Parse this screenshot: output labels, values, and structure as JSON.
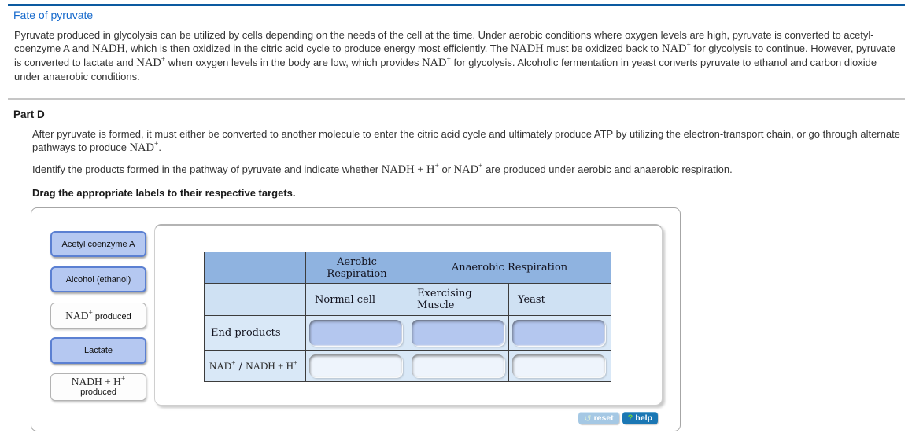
{
  "colors": {
    "top_rule": "#0c5aa0",
    "title": "#1569cc",
    "label_fill": "#b5c8f1",
    "label_border": "#5b80d2",
    "table_header": "#8fb3e0",
    "table_subheader": "#cfe1f3",
    "table_body": "#d9e8f7",
    "target_blue": "#b4c7ef",
    "target_white": "#eef4fc",
    "reset_button": "#a5c8e4",
    "help_button": "#1b77b4"
  },
  "header": {
    "title": "Fate of pyruvate"
  },
  "intro": {
    "segments": [
      {
        "t": "text",
        "v": "Pyruvate produced in glycolysis can be utilized by cells depending on the needs of the cell at the time. Under aerobic conditions where oxygen levels are high, pyruvate is converted to acetyl-coenzyme A and "
      },
      {
        "t": "math",
        "v": "NADH"
      },
      {
        "t": "text",
        "v": ", which is then oxidized in the citric acid cycle to produce energy most efficiently. The "
      },
      {
        "t": "math",
        "v": "NADH"
      },
      {
        "t": "text",
        "v": " must be oxidized back to "
      },
      {
        "t": "math",
        "v": "NAD",
        "sup": "+"
      },
      {
        "t": "text",
        "v": " for glycolysis to continue. However, pyruvate is converted to lactate and "
      },
      {
        "t": "math",
        "v": "NAD",
        "sup": "+"
      },
      {
        "t": "text",
        "v": " when oxygen levels in the body are low, which provides "
      },
      {
        "t": "math",
        "v": "NAD",
        "sup": "+"
      },
      {
        "t": "text",
        "v": " for glycolysis. Alcoholic fermentation in yeast converts pyruvate to ethanol and carbon dioxide under anaerobic conditions."
      }
    ]
  },
  "part_d": {
    "heading": "Part D",
    "para1": [
      {
        "t": "text",
        "v": "After pyruvate is formed, it must either be converted to another molecule to enter the citric acid cycle and ultimately produce ATP by utilizing the electron-transport chain, or go through alternate pathways to produce "
      },
      {
        "t": "math",
        "v": "NAD",
        "sup": "+"
      },
      {
        "t": "text",
        "v": "."
      }
    ],
    "para2": [
      {
        "t": "text",
        "v": "Identify the products formed in the pathway of pyruvate and indicate whether "
      },
      {
        "t": "math",
        "v": "NADH + H",
        "sup": "+"
      },
      {
        "t": "text",
        "v": " or "
      },
      {
        "t": "math",
        "v": "NAD",
        "sup": "+"
      },
      {
        "t": "text",
        "v": " are produced under aerobic and anaerobic respiration."
      }
    ],
    "instruction": "Drag the appropriate labels to their respective targets."
  },
  "activity": {
    "labels": [
      {
        "kind": "filled",
        "segments": [
          {
            "t": "text",
            "v": "Acetyl coenzyme A"
          }
        ]
      },
      {
        "kind": "filled",
        "segments": [
          {
            "t": "text",
            "v": "Alcohol (ethanol)"
          }
        ]
      },
      {
        "kind": "outline",
        "segments": [
          {
            "t": "math",
            "v": "NAD",
            "sup": "+"
          },
          {
            "t": "text",
            "v": " produced"
          }
        ]
      },
      {
        "kind": "filled",
        "segments": [
          {
            "t": "text",
            "v": "Lactate"
          }
        ]
      },
      {
        "kind": "outline",
        "segments": [
          {
            "t": "math",
            "v": "NADH + H",
            "sup": "+"
          }
        ],
        "line2": "produced"
      }
    ],
    "table": {
      "group_headers": [
        {
          "label": "Aerobic Respiration",
          "span": 1
        },
        {
          "label": "Anaerobic Respiration",
          "span": 2
        }
      ],
      "col_headers": [
        "Normal cell",
        "Exercising Muscle",
        "Yeast"
      ],
      "rows": [
        {
          "label_segments": [
            {
              "t": "text",
              "v": "End products"
            }
          ],
          "target_style": "blue"
        },
        {
          "label_segments": [
            {
              "t": "math",
              "v": "NAD",
              "sup": "+"
            },
            {
              "t": "text",
              "v": " / "
            },
            {
              "t": "math",
              "v": "NADH + H",
              "sup": "+"
            }
          ],
          "target_style": "white"
        }
      ]
    },
    "buttons": {
      "reset_label": "reset",
      "reset_icon": "↺",
      "help_label": "help",
      "help_icon": "?"
    }
  }
}
